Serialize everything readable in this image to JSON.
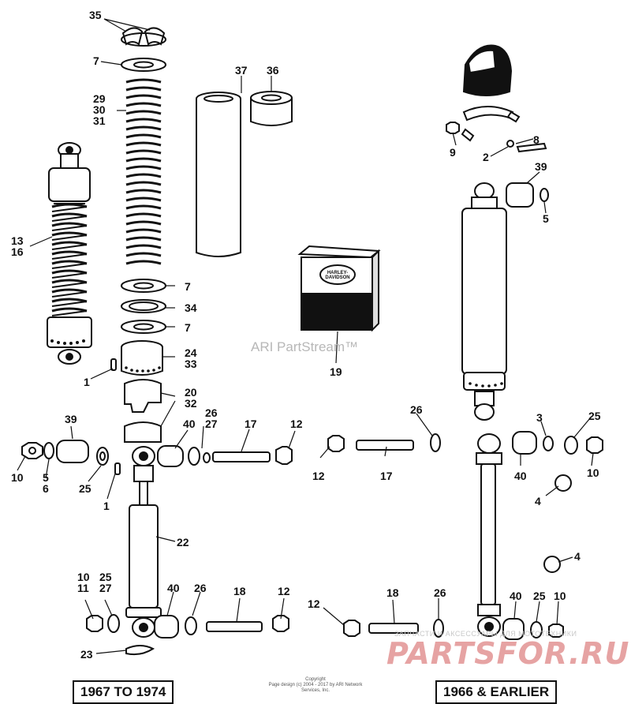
{
  "callouts": {
    "c35": "35",
    "c7a": "7",
    "c29_31": [
      "29",
      "30",
      "31"
    ],
    "c37": "37",
    "c36": "36",
    "c13_16": [
      "13",
      "16"
    ],
    "c7b": "7",
    "c34": "34",
    "c7c": "7",
    "c24_33": [
      "24",
      "33"
    ],
    "c1a": "1",
    "c20_32": [
      "20",
      "32"
    ],
    "c39l": "39",
    "c40l": "40",
    "c26_27": [
      "26",
      "27"
    ],
    "c17l": "17",
    "c12l": "12",
    "c10l": "10",
    "c5_6": [
      "5",
      "6"
    ],
    "c25l": "25",
    "c1b": "1",
    "c22": "22",
    "c10_11": [
      "10",
      "11"
    ],
    "c25_27": [
      "25",
      "27"
    ],
    "c40lb": "40",
    "c26lb": "26",
    "c18l": "18",
    "c12lb": "12",
    "c23": "23",
    "c19": "19",
    "c9": "9",
    "c8": "8",
    "c2": "2",
    "c39r": "39",
    "c5r": "5",
    "c26r": "26",
    "c12r": "12",
    "c17r": "17",
    "c3": "3",
    "c25r": "25",
    "c40r": "40",
    "c10r": "10",
    "c4a": "4",
    "c4b": "4",
    "c12rb": "12",
    "c18r": "18",
    "c26rb": "26",
    "c40rb": "40",
    "c25rb": "25",
    "c10rb": "10"
  },
  "captions": {
    "left": "1967 TO 1974",
    "right": "1966 & EARLIER"
  },
  "box_label": {
    "line1": "HARLEY-DAVIDSON",
    "line2": ""
  },
  "watermark": "ARI PartStream™",
  "copyright": {
    "line1": "Copyright",
    "line2": "Page design (c) 2004 - 2017 by ARI Network Services, Inc."
  },
  "site_watermark": {
    "tagline": "ЗАПЧАСТИ И АКСЕССУАРЫ ДЛЯ МОТОТЕХНИКИ",
    "logo": "PARTSFOR.RU"
  }
}
